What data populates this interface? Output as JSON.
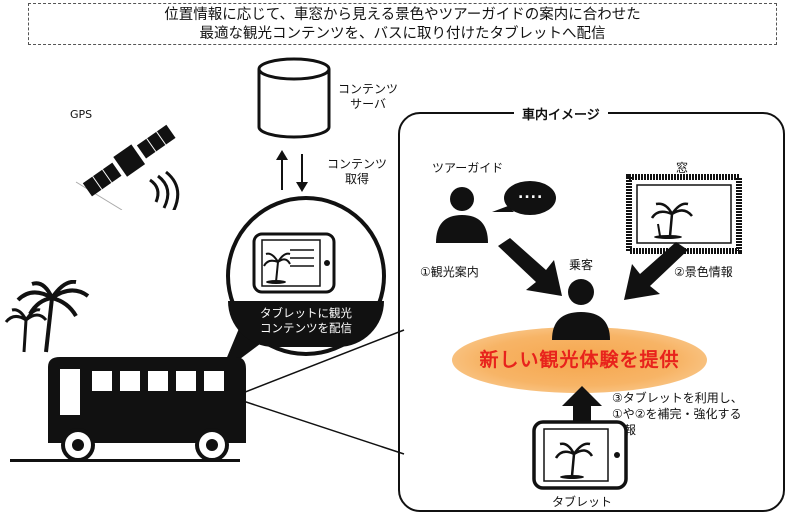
{
  "header": {
    "line1": "位置情報に応じて、車窓から見える景色やツアーガイドの案内に合わせた",
    "line2": "最適な観光コンテンツを、バスに取り付けたタブレットへ配信"
  },
  "gps_label": "GPS",
  "server_label": [
    "コンテンツ",
    "サーバ"
  ],
  "acquire_label": [
    "コンテンツ",
    "取得"
  ],
  "bubble_caption": [
    "タブレットに観光",
    "コンテンツを配信"
  ],
  "interior": {
    "title": "車内イメージ",
    "guide_label": "ツアーガイド",
    "speech": "....",
    "window_label": "窓",
    "passenger_label": "乗客",
    "flow1": "①観光案内",
    "flow2": "②景色情報",
    "experience": "新しい観光体験を提供",
    "flow3": [
      "③タブレットを利用し、",
      "①や②を補完・強化する",
      "情報"
    ],
    "tablet_label": "タブレット"
  }
}
